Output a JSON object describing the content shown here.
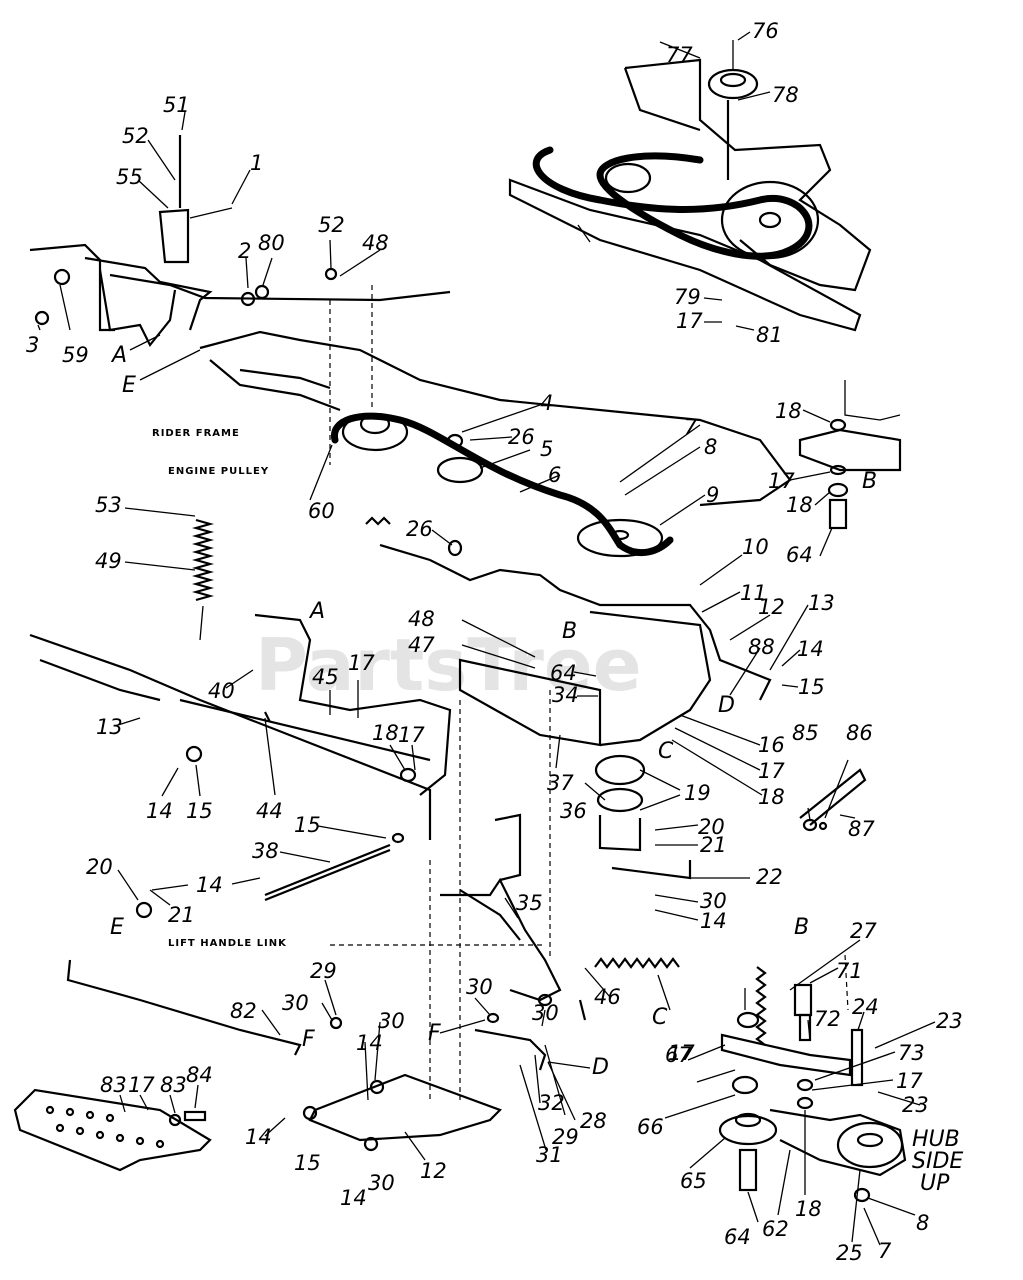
{
  "diagram": {
    "watermark": "PartsTree",
    "captions": {
      "rider_frame": "RIDER FRAME",
      "engine_pulley": "ENGINE PULLEY",
      "lift_handle_link": "LIFT HANDLE LINK"
    },
    "hub_note": [
      "HUB",
      "SIDE",
      "UP"
    ],
    "callouts": [
      "76",
      "77",
      "78",
      "51",
      "52",
      "55",
      "1",
      "2",
      "80",
      "52",
      "48",
      "3",
      "59",
      "79",
      "17",
      "81",
      "4",
      "26",
      "5",
      "7",
      "8",
      "6",
      "9",
      "18",
      "17",
      "18",
      "64",
      "53",
      "49",
      "60",
      "26",
      "10",
      "11",
      "12",
      "13",
      "48",
      "47",
      "64",
      "34",
      "88",
      "14",
      "15",
      "16",
      "17",
      "18",
      "40",
      "45",
      "17",
      "13",
      "18",
      "17",
      "14",
      "15",
      "44",
      "37",
      "36",
      "19",
      "85",
      "86",
      "87",
      "20",
      "21",
      "22",
      "15",
      "38",
      "14",
      "30",
      "14",
      "20",
      "21",
      "27",
      "71",
      "35",
      "29",
      "30",
      "30",
      "46",
      "30",
      "30",
      "72",
      "24",
      "23",
      "82",
      "14",
      "17",
      "73",
      "17",
      "23",
      "14",
      "15",
      "32",
      "28",
      "29",
      "31",
      "67",
      "83",
      "17",
      "83",
      "84",
      "66",
      "12",
      "14",
      "30",
      "65",
      "64",
      "62",
      "18",
      "25",
      "8",
      "7"
    ],
    "letters": [
      "A",
      "E",
      "B",
      "A",
      "B",
      "D",
      "C",
      "E",
      "F",
      "F",
      "D",
      "C",
      "B"
    ]
  }
}
